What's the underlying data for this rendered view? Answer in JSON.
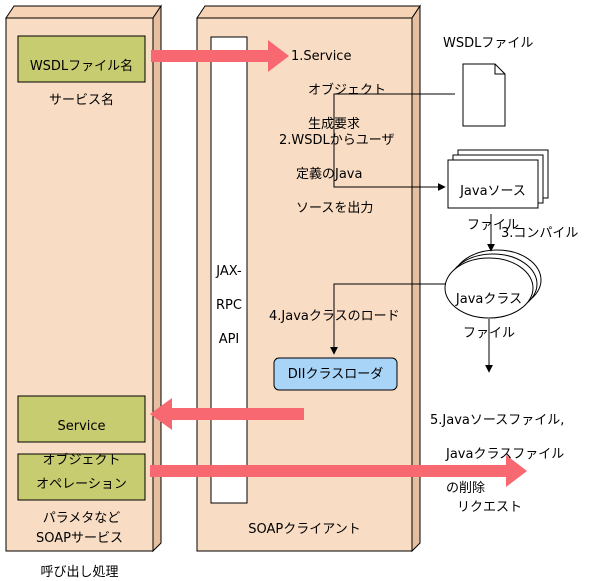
{
  "left_panel": {
    "wsdl_box": [
      "WSDLファイル名",
      "サービス名"
    ],
    "service_box": [
      "Service",
      "オブジェクト"
    ],
    "operation_box": [
      "オペレーション",
      "パラメタなど"
    ],
    "footer": [
      "SOAPサービス",
      "呼び出し処理"
    ]
  },
  "client_panel": {
    "api_label": [
      "JAX-",
      "RPC",
      "API"
    ],
    "footer": "SOAPクライアント",
    "dii_box": "DIIクラスローダ"
  },
  "steps": {
    "step1": [
      "1.Service",
      "オブジェクト",
      "生成要求"
    ],
    "step2": [
      "2.WSDLからユーザ",
      "定義のJava",
      "ソースを出力"
    ],
    "step3": "3.コンパイル",
    "step4": "4.Javaクラスのロード",
    "step5": [
      "5.Javaソースファイル,",
      "Javaクラスファイル",
      "の削除"
    ]
  },
  "files": {
    "wsdl_file": "WSDLファイル",
    "java_source": [
      "Javaソース",
      "ファイル"
    ],
    "java_class": [
      "Javaクラス",
      "ファイル"
    ]
  },
  "request_label": "リクエスト",
  "colors": {
    "panel_fill": "#f8dcc4",
    "green_box": "#c8cc70",
    "blue_box": "#a8d4f8",
    "arrow_pink": "#f86870"
  }
}
